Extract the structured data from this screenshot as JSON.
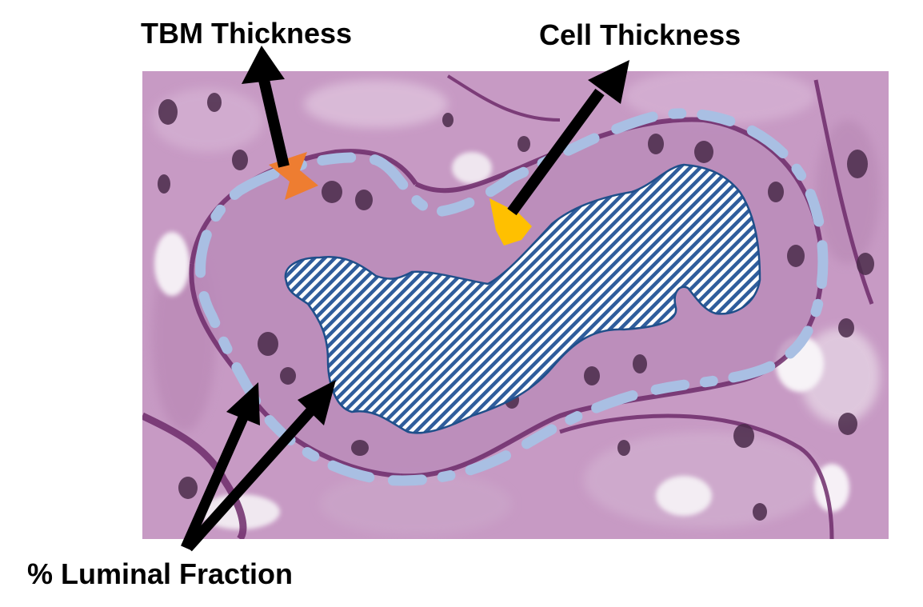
{
  "labels": {
    "tbm_thickness": "TBM Thickness",
    "cell_thickness": "Cell Thickness",
    "luminal_fraction": "% Luminal Fraction"
  },
  "colors": {
    "background": "#ffffff",
    "tissue_base": "#c79ac4",
    "tissue_dark": "#8a4f87",
    "basement_membrane": "#6e2c6b",
    "nucleus": "#4a2b4a",
    "dashed_outline": "#a9bfe3",
    "lumen_hatch": "#2f5d9c",
    "lumen_outline": "#1f4f8a",
    "tbm_marker": "#ee7d31",
    "cell_marker": "#ffc000",
    "arrow": "#000000"
  },
  "icons": {
    "tbm_marker": "orange-double-arrowhead-icon",
    "cell_marker": "yellow-diamond-icon"
  }
}
